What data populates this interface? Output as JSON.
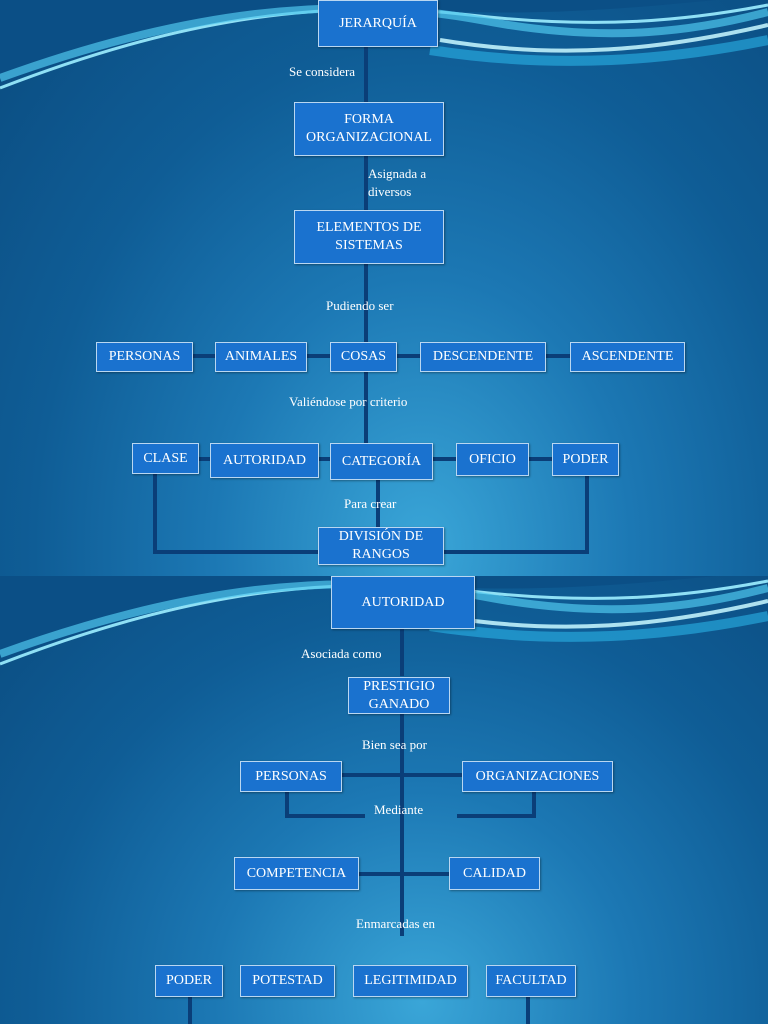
{
  "slide1": {
    "boxes": {
      "jerarquia": "JERARQUÍA",
      "forma": "FORMA ORGANIZACIONAL",
      "elementos": "ELEMENTOS DE SISTEMAS",
      "personas": "PERSONAS",
      "animales": "ANIMALES",
      "cosas": "COSAS",
      "descendente": "DESCENDENTE",
      "ascendente": "ASCENDENTE",
      "clase": "CLASE",
      "autoridad": "AUTORIDAD",
      "categoria": "CATEGORÍA",
      "oficio": "OFICIO",
      "poder": "PODER",
      "division": "DIVISIÓN DE RANGOS"
    },
    "labels": {
      "se_considera": "Se considera",
      "asignada_1": "Asignada a",
      "asignada_2": "diversos",
      "pudiendo_ser": "Pudiendo ser",
      "valiendose": "Valiéndose por criterio",
      "para_crear": "Para crear"
    }
  },
  "slide2": {
    "boxes": {
      "autoridad": "AUTORIDAD",
      "prestigio": "PRESTIGIO GANADO",
      "personas": "PERSONAS",
      "organizaciones": "ORGANIZACIONES",
      "competencia": "COMPETENCIA",
      "calidad": "CALIDAD",
      "poder": "PODER",
      "potestad": "POTESTAD",
      "legitimidad": "LEGITIMIDAD",
      "facultad": "FACULTAD"
    },
    "labels": {
      "asociada": "Asociada como",
      "bien_sea": "Bien sea por",
      "mediante": "Mediante",
      "enmarcadas": "Enmarcadas en"
    }
  },
  "colors": {
    "box_fill": "#1a72cf",
    "box_border": "#b9d7f2",
    "connector": "#0a3e78",
    "background": "#0f5d96"
  }
}
